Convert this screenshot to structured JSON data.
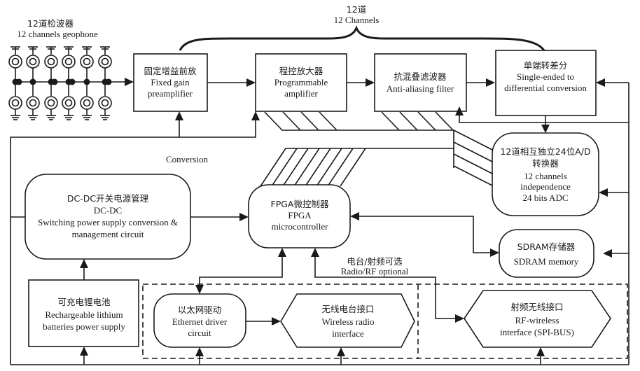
{
  "geophone": {
    "label_zh": "12道检波器",
    "label_en": "12 channels geophone"
  },
  "channels_brace": {
    "label_zh": "12道",
    "label_en": "12 Channels"
  },
  "blocks": {
    "preamp": {
      "zh": "固定增益前放",
      "en1": "Fixed gain",
      "en2": "preamplifier"
    },
    "pga": {
      "zh": "程控放大器",
      "en1": "Programmable",
      "en2": "amplifier"
    },
    "filter": {
      "zh": "抗混叠滤波器",
      "en1": "Anti-aliasing filter"
    },
    "se2diff": {
      "zh": "单端转差分",
      "en1": "Single-ended to",
      "en2": "differential conversion"
    },
    "adc": {
      "zh1": "12道相互独立24位A/D",
      "zh2": "转换器",
      "en1": "12 channels",
      "en2": "independence",
      "en3": "24 bits ADC"
    },
    "dcdc": {
      "zh": "DC-DC开关电源管理",
      "en1": "DC-DC",
      "en2": "Switching power supply conversion &",
      "en3": "management circuit"
    },
    "fpga": {
      "zh": "FPGA微控制器",
      "en1": "FPGA",
      "en2": "microcontroller"
    },
    "sdram": {
      "zh": "SDRAM存储器",
      "en1": "SDRAM memory"
    },
    "battery": {
      "zh": "可充电锂电池",
      "en1": "Rechargeable lithium",
      "en2": "batteries power supply"
    },
    "ethernet": {
      "zh": "以太网驱动",
      "en1": "Ethernet driver",
      "en2": "circuit"
    },
    "radio": {
      "zh": "无线电台接口",
      "en1": "Wireless radio",
      "en2": "interface"
    },
    "rf": {
      "zh": "射频无线接口",
      "en1": "RF-wireless",
      "en2": "interface (SPI-BUS)"
    }
  },
  "labels": {
    "conversion": "Conversion",
    "optional_zh": "电台/射频可选",
    "optional_en": "Radio/RF optional"
  }
}
